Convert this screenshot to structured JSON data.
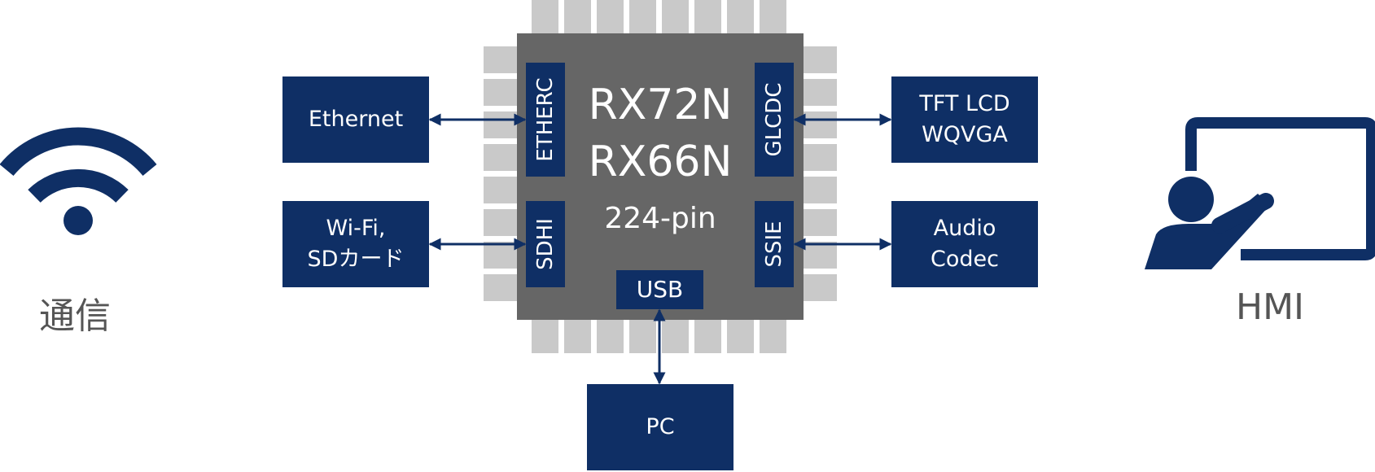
{
  "diagram": {
    "chip": {
      "name_line1": "RX72N",
      "name_line2": "RX66N",
      "package": "224-pin",
      "ports": {
        "etherc": "ETHERC",
        "sdhi": "SDHI",
        "glcdc": "GLCDC",
        "ssie": "SSIE",
        "usb": "USB"
      }
    },
    "peripherals": {
      "ethernet": "Ethernet",
      "wifi_sd": "Wi-Fi,\nSDカード",
      "tft_lcd": "TFT LCD\nWQVGA",
      "audio_codec": "Audio\nCodec",
      "pc": "PC"
    },
    "captions": {
      "communication": "通信",
      "hmi": "HMI"
    },
    "icons": {
      "left": "wifi-icon",
      "right": "presentation-board-icon"
    },
    "colors": {
      "block": "#0f2f65",
      "chip": "#666666",
      "pins": "#c9c9c9",
      "caption": "#555555"
    }
  }
}
